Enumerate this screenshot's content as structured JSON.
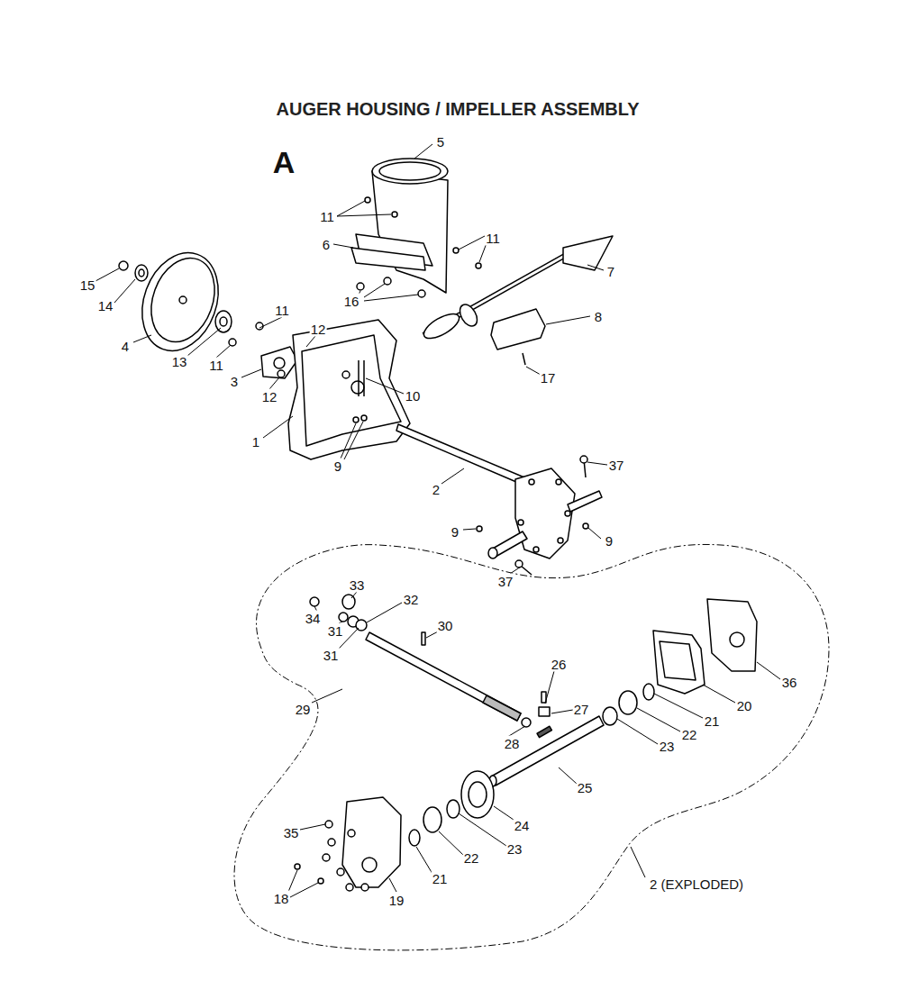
{
  "diagram": {
    "title": "AUGER HOUSING / IMPELLER ASSEMBLY",
    "labels": [
      "A",
      "5",
      "11",
      "11",
      "6",
      "7",
      "15",
      "14",
      "16",
      "11",
      "12",
      "8",
      "13",
      "11",
      "4",
      "3",
      "12",
      "10",
      "17",
      "1",
      "9",
      "37",
      "2",
      "9",
      "9",
      "37",
      "33",
      "32",
      "34",
      "30",
      "31",
      "31",
      "26",
      "36",
      "27",
      "20",
      "29",
      "21",
      "22",
      "28",
      "23",
      "25",
      "24",
      "35",
      "22",
      "23",
      "21",
      "18",
      "19",
      "2 (EXPLODED)"
    ]
  }
}
